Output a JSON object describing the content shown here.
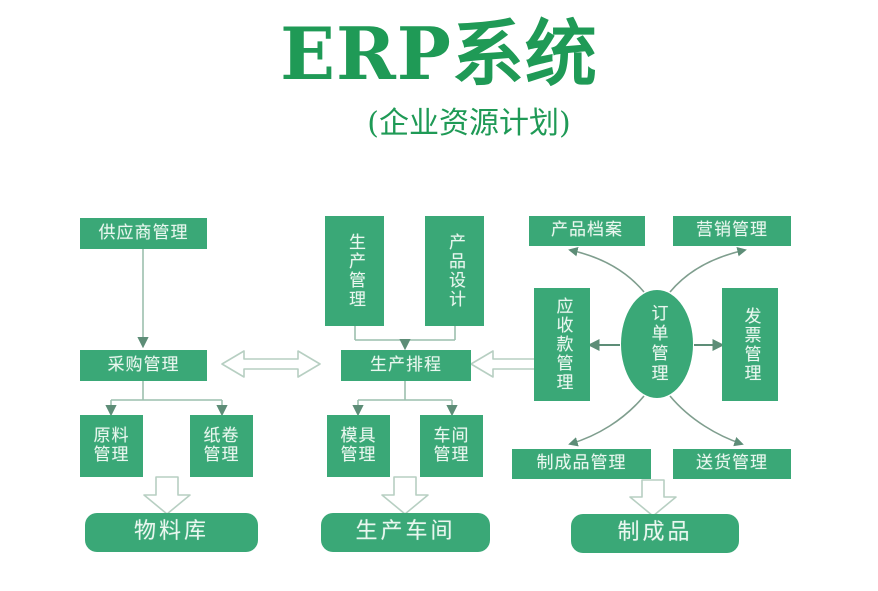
{
  "header": {
    "title": "ERP系统",
    "subtitle": "(企业资源计划)",
    "accent_color": "#1f9a56"
  },
  "theme": {
    "node_fill": "#3aa877",
    "node_text": "#e9f7ef",
    "connector_line": "#9cbfae",
    "hollow_arrow_stroke": "#b7cfc2",
    "solid_arrow": "#5d8d77",
    "background": "#ffffff"
  },
  "diagram": {
    "type": "flowchart",
    "columns": [
      {
        "name": "procurement-column",
        "nodes": [
          {
            "id": "supplier-management",
            "label": "供应商管理",
            "shape": "rect"
          },
          {
            "id": "purchasing-management",
            "label": "采购管理",
            "shape": "rect"
          },
          {
            "id": "raw-material-management",
            "label": "原料\n管理",
            "shape": "rect"
          },
          {
            "id": "paper-roll-management",
            "label": "纸卷\n管理",
            "shape": "rect"
          },
          {
            "id": "material-warehouse",
            "label": "物料库",
            "shape": "rounded-rect"
          }
        ]
      },
      {
        "name": "production-column",
        "nodes": [
          {
            "id": "production-management",
            "label": "生产管理",
            "shape": "rect-vertical-text"
          },
          {
            "id": "product-design",
            "label": "产品设计",
            "shape": "rect-vertical-text"
          },
          {
            "id": "production-scheduling",
            "label": "生产排程",
            "shape": "rect"
          },
          {
            "id": "mold-management",
            "label": "模具\n管理",
            "shape": "rect"
          },
          {
            "id": "workshop-management",
            "label": "车间\n管理",
            "shape": "rect"
          },
          {
            "id": "production-workshop",
            "label": "生产车间",
            "shape": "rounded-rect"
          }
        ]
      },
      {
        "name": "sales-column",
        "nodes": [
          {
            "id": "product-archive",
            "label": "产品档案",
            "shape": "rect"
          },
          {
            "id": "marketing-management",
            "label": "营销管理",
            "shape": "rect"
          },
          {
            "id": "receivables-management",
            "label": "应收款管理",
            "shape": "rect-vertical-text"
          },
          {
            "id": "order-management",
            "label": "订单管理",
            "shape": "ellipse"
          },
          {
            "id": "invoice-management",
            "label": "发票管理",
            "shape": "rect-vertical-text"
          },
          {
            "id": "finished-product-management",
            "label": "制成品管理",
            "shape": "rect"
          },
          {
            "id": "delivery-management",
            "label": "送货管理",
            "shape": "rect"
          },
          {
            "id": "finished-products",
            "label": "制成品",
            "shape": "rounded-rect"
          }
        ]
      }
    ],
    "connectors": [
      {
        "from": "supplier-management",
        "to": "purchasing-management",
        "style": "solid-arrow"
      },
      {
        "from": "purchasing-management",
        "to": "raw-material-management",
        "style": "solid-arrow"
      },
      {
        "from": "purchasing-management",
        "to": "paper-roll-management",
        "style": "solid-arrow"
      },
      {
        "from": "raw-material-management",
        "to": "material-warehouse",
        "style": "hollow-block-arrow"
      },
      {
        "from": "production-management",
        "to": "production-scheduling",
        "style": "solid-arrow"
      },
      {
        "from": "product-design",
        "to": "production-scheduling",
        "style": "solid-arrow"
      },
      {
        "from": "production-scheduling",
        "to": "mold-management",
        "style": "solid-arrow"
      },
      {
        "from": "production-scheduling",
        "to": "workshop-management",
        "style": "solid-arrow"
      },
      {
        "from": "mold-management",
        "to": "production-workshop",
        "style": "hollow-block-arrow"
      },
      {
        "from": "purchasing-management",
        "to": "production-scheduling",
        "style": "hollow-double-arrow"
      },
      {
        "from": "production-scheduling",
        "to": "receivables-management",
        "style": "hollow-double-arrow"
      },
      {
        "from": "order-management",
        "to": "receivables-management",
        "style": "solid-arrow"
      },
      {
        "from": "order-management",
        "to": "invoice-management",
        "style": "solid-arrow"
      },
      {
        "from": "order-management",
        "to": "product-archive",
        "style": "curved-arrow"
      },
      {
        "from": "order-management",
        "to": "marketing-management",
        "style": "curved-arrow"
      },
      {
        "from": "order-management",
        "to": "finished-product-management",
        "style": "curved-arrow"
      },
      {
        "from": "order-management",
        "to": "delivery-management",
        "style": "curved-arrow"
      },
      {
        "from": "finished-product-management",
        "to": "finished-products",
        "style": "hollow-block-arrow"
      }
    ]
  }
}
